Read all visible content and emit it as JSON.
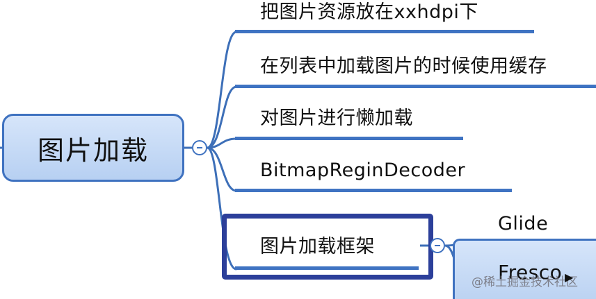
{
  "mindmap": {
    "central_topic": "图片加载",
    "branches": [
      {
        "label": "把图片资源放在xxhdpi下"
      },
      {
        "label": "在列表中加载图片的时候使用缓存"
      },
      {
        "label": "对图片进行懒加载"
      },
      {
        "label": "BitmapReginDecoder"
      },
      {
        "label": "图片加载框架",
        "selected": true,
        "children": [
          {
            "label": "Glide"
          },
          {
            "label": "Fresco"
          }
        ]
      }
    ]
  },
  "watermark": "@稀土掘金技术社区",
  "colors": {
    "line": "#3d6fb8",
    "node_fill": "#c6dbf6",
    "selection_border": "#2c3f9a"
  }
}
